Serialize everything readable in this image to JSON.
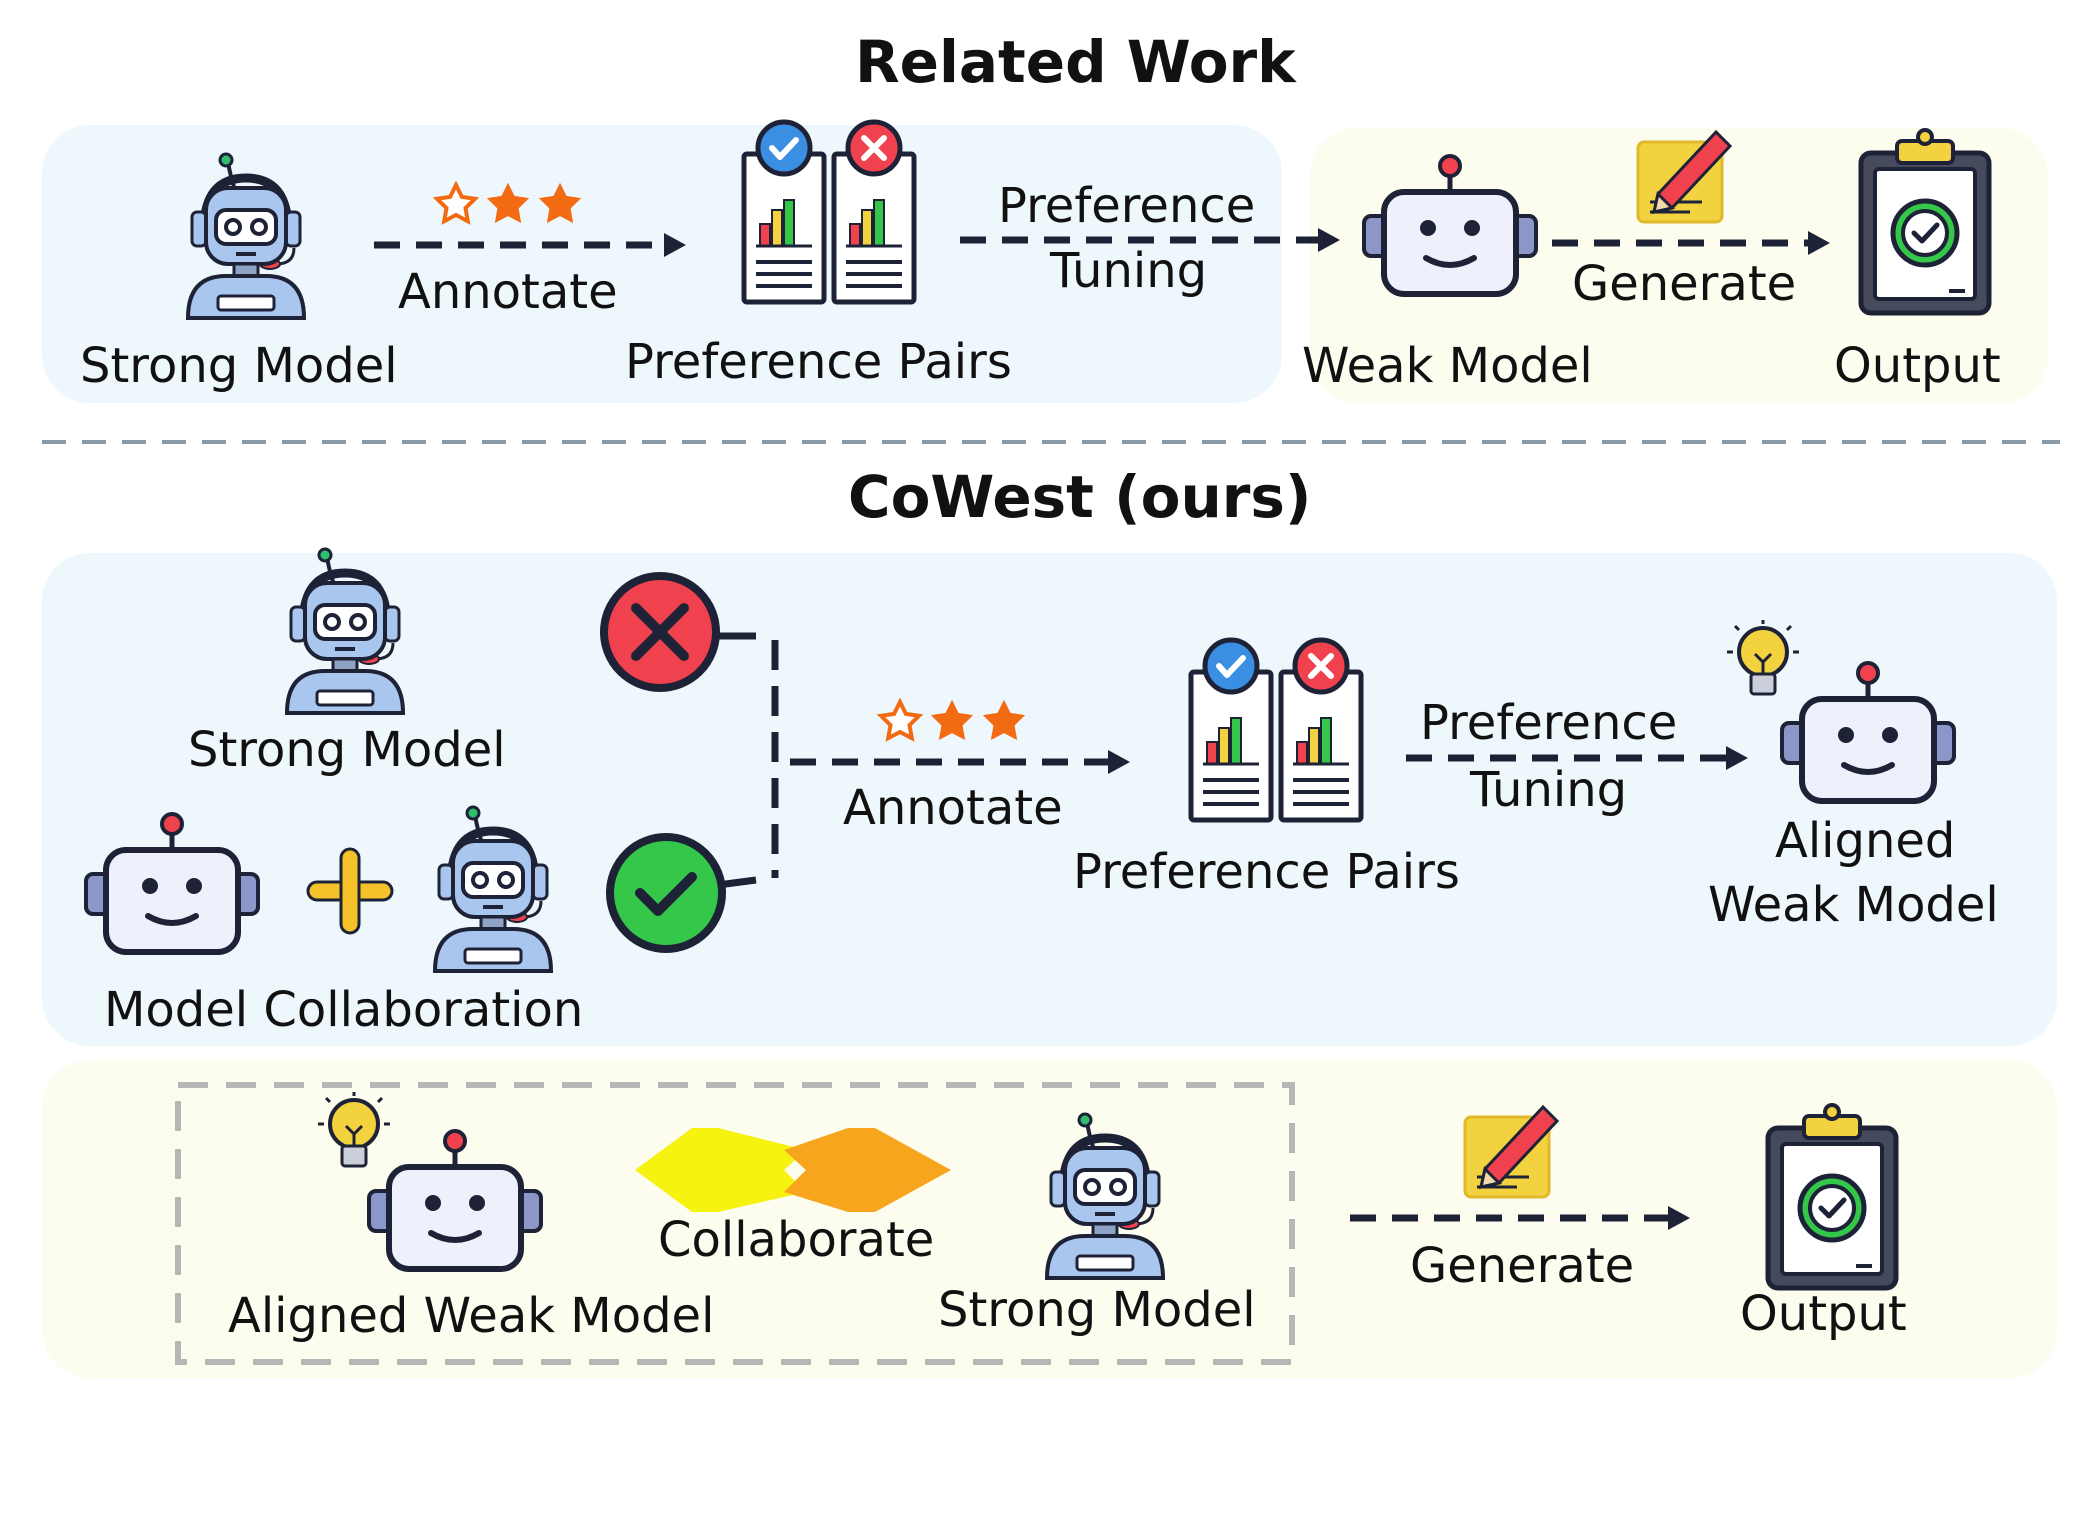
{
  "related_work": {
    "title": "Related Work",
    "strong_model": "Strong Model",
    "annotate": "Annotate",
    "preference_pairs": "Preference Pairs",
    "preference": "Preference",
    "tuning": "Tuning",
    "weak_model": "Weak Model",
    "generate": "Generate",
    "output": "Output"
  },
  "cowest": {
    "title": "CoWest (ours)",
    "strong_model": "Strong Model",
    "model_collaboration": "Model Collaboration",
    "annotate": "Annotate",
    "preference_pairs": "Preference Pairs",
    "preference": "Preference",
    "tuning": "Tuning",
    "aligned": "Aligned",
    "weak_model": "Weak Model"
  },
  "inference": {
    "aligned_weak_model": "Aligned Weak Model",
    "collaborate": "Collaborate",
    "strong_model": "Strong Model",
    "generate": "Generate",
    "output": "Output"
  },
  "colors": {
    "panel_blue": "#eef8fc",
    "panel_yellow": "#fcfcef",
    "robot_blue": "#a9c7ee",
    "weak_face": "#eef0fb",
    "star_orange": "#f26a12",
    "reject_red": "#f0414f",
    "accept_green": "#34c74a",
    "arrow_yellow": "#f5f30f",
    "arrow_orange": "#f7a51d",
    "plus_yellow": "#f5c22a",
    "divider": "#8a9aa6"
  }
}
